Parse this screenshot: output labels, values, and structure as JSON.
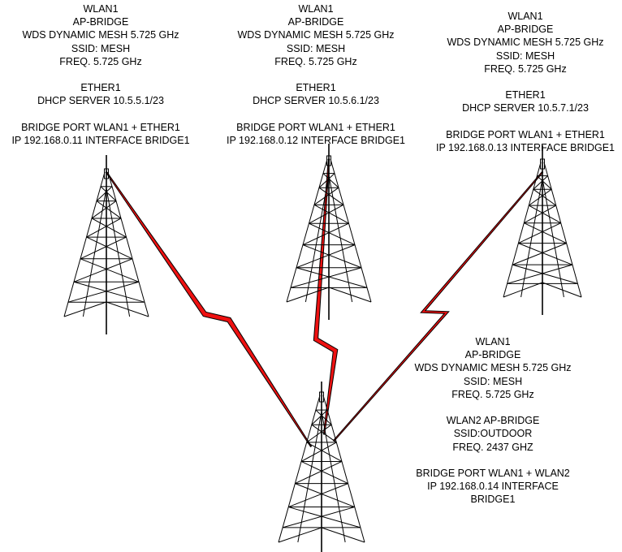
{
  "colors": {
    "link": "#ee1111",
    "tower": "#000000",
    "background": "#ffffff"
  },
  "nodes": [
    {
      "id": "tower-left",
      "lines": [
        "WLAN1",
        "AP-BRIDGE",
        "WDS DYNAMIC MESH 5.725 GHz",
        "SSID: MESH",
        "FREQ. 5.725 GHz",
        "",
        "ETHER1",
        "DHCP SERVER 10.5.5.1/23",
        "",
        "BRIDGE PORT WLAN1 + ETHER1",
        "IP 192.168.0.11 INTERFACE BRIDGE1"
      ]
    },
    {
      "id": "tower-center",
      "lines": [
        "WLAN1",
        "AP-BRIDGE",
        "WDS DYNAMIC MESH 5.725 GHz",
        "SSID: MESH",
        "FREQ. 5.725 GHz",
        "",
        "ETHER1",
        "DHCP SERVER 10.5.6.1/23",
        "",
        "BRIDGE PORT WLAN1 + ETHER1",
        "IP 192.168.0.12 INTERFACE BRIDGE1"
      ]
    },
    {
      "id": "tower-right",
      "lines": [
        "WLAN1",
        "AP-BRIDGE",
        "WDS DYNAMIC MESH 5.725 GHz",
        "SSID: MESH",
        "FREQ. 5.725 GHz",
        "",
        "ETHER1",
        "DHCP SERVER 10.5.7.1/23",
        "",
        "BRIDGE PORT WLAN1 + ETHER1",
        "IP 192.168.0.13 INTERFACE BRIDGE1"
      ]
    },
    {
      "id": "tower-bottom",
      "lines": [
        "WLAN1",
        "AP-BRIDGE",
        "WDS DYNAMIC MESH 5.725 GHz",
        "SSID: MESH",
        "FREQ. 5.725 GHz",
        "",
        "WLAN2 AP-BRIDGE",
        "SSID:OUTDOOR",
        "FREQ. 2437 GHZ",
        "",
        "BRIDGE PORT WLAN1 + WLAN2",
        "IP 192.168.0.14 INTERFACE",
        "BRIDGE1"
      ]
    }
  ],
  "links": [
    {
      "from": "tower-bottom",
      "to": "tower-left"
    },
    {
      "from": "tower-bottom",
      "to": "tower-center"
    },
    {
      "from": "tower-bottom",
      "to": "tower-right"
    }
  ]
}
